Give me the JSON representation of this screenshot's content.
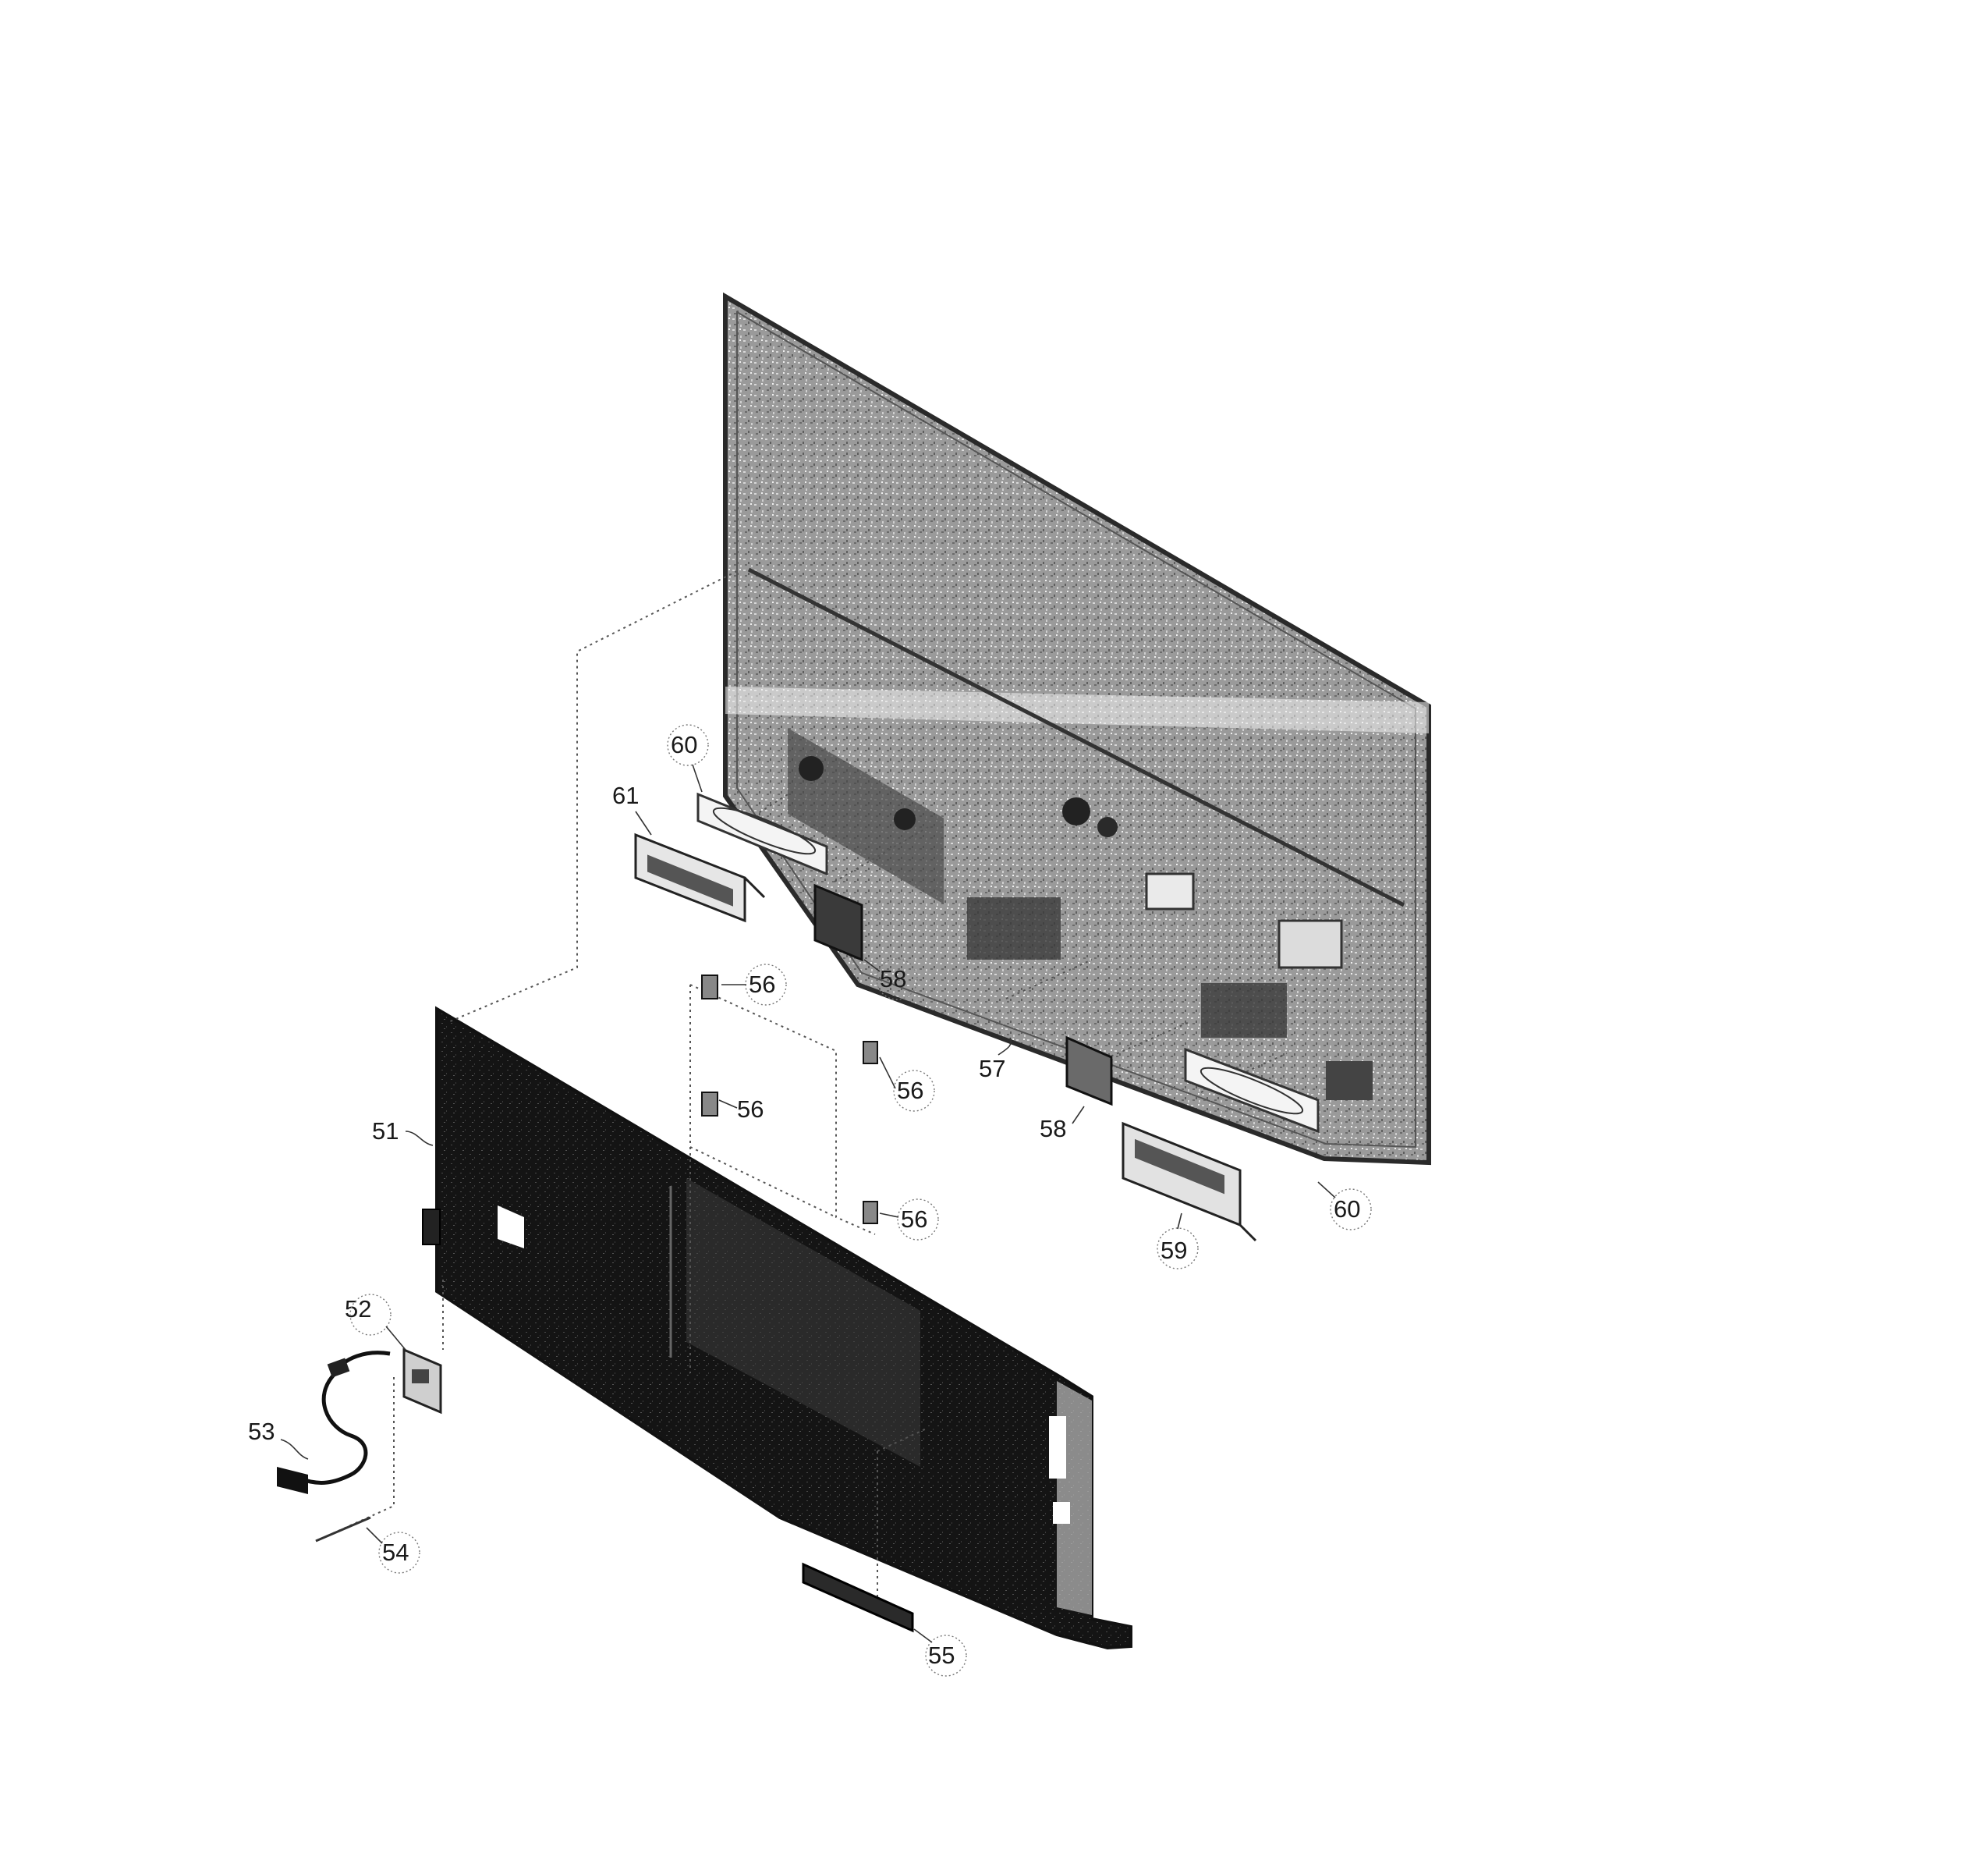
{
  "callouts": {
    "p51": "51",
    "p52": "52",
    "p53": "53",
    "p54": "54",
    "p55": "55",
    "p56a": "56",
    "p56b": "56",
    "p56c": "56",
    "p56d": "56",
    "p57": "57",
    "p58a": "58",
    "p58b": "58",
    "p59": "59",
    "p60a": "60",
    "p60b": "60",
    "p61": "61"
  }
}
